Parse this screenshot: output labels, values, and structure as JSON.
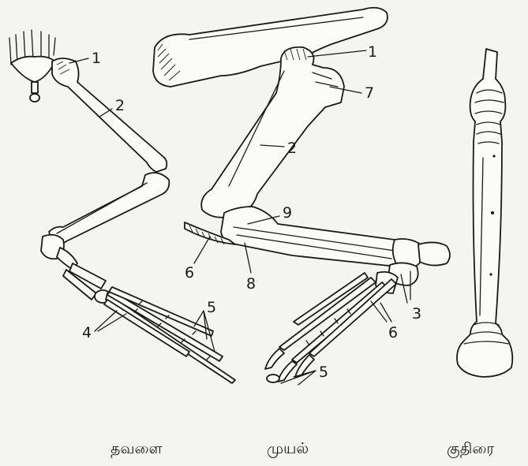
{
  "captions": {
    "frog": "தவளை",
    "rabbit": "முயல்",
    "horse": "குதிரை"
  },
  "frog_labels": [
    "1",
    "2",
    "4",
    "5"
  ],
  "rabbit_labels": [
    "1",
    "7",
    "2",
    "9",
    "6",
    "8",
    "3",
    "6",
    "5"
  ]
}
